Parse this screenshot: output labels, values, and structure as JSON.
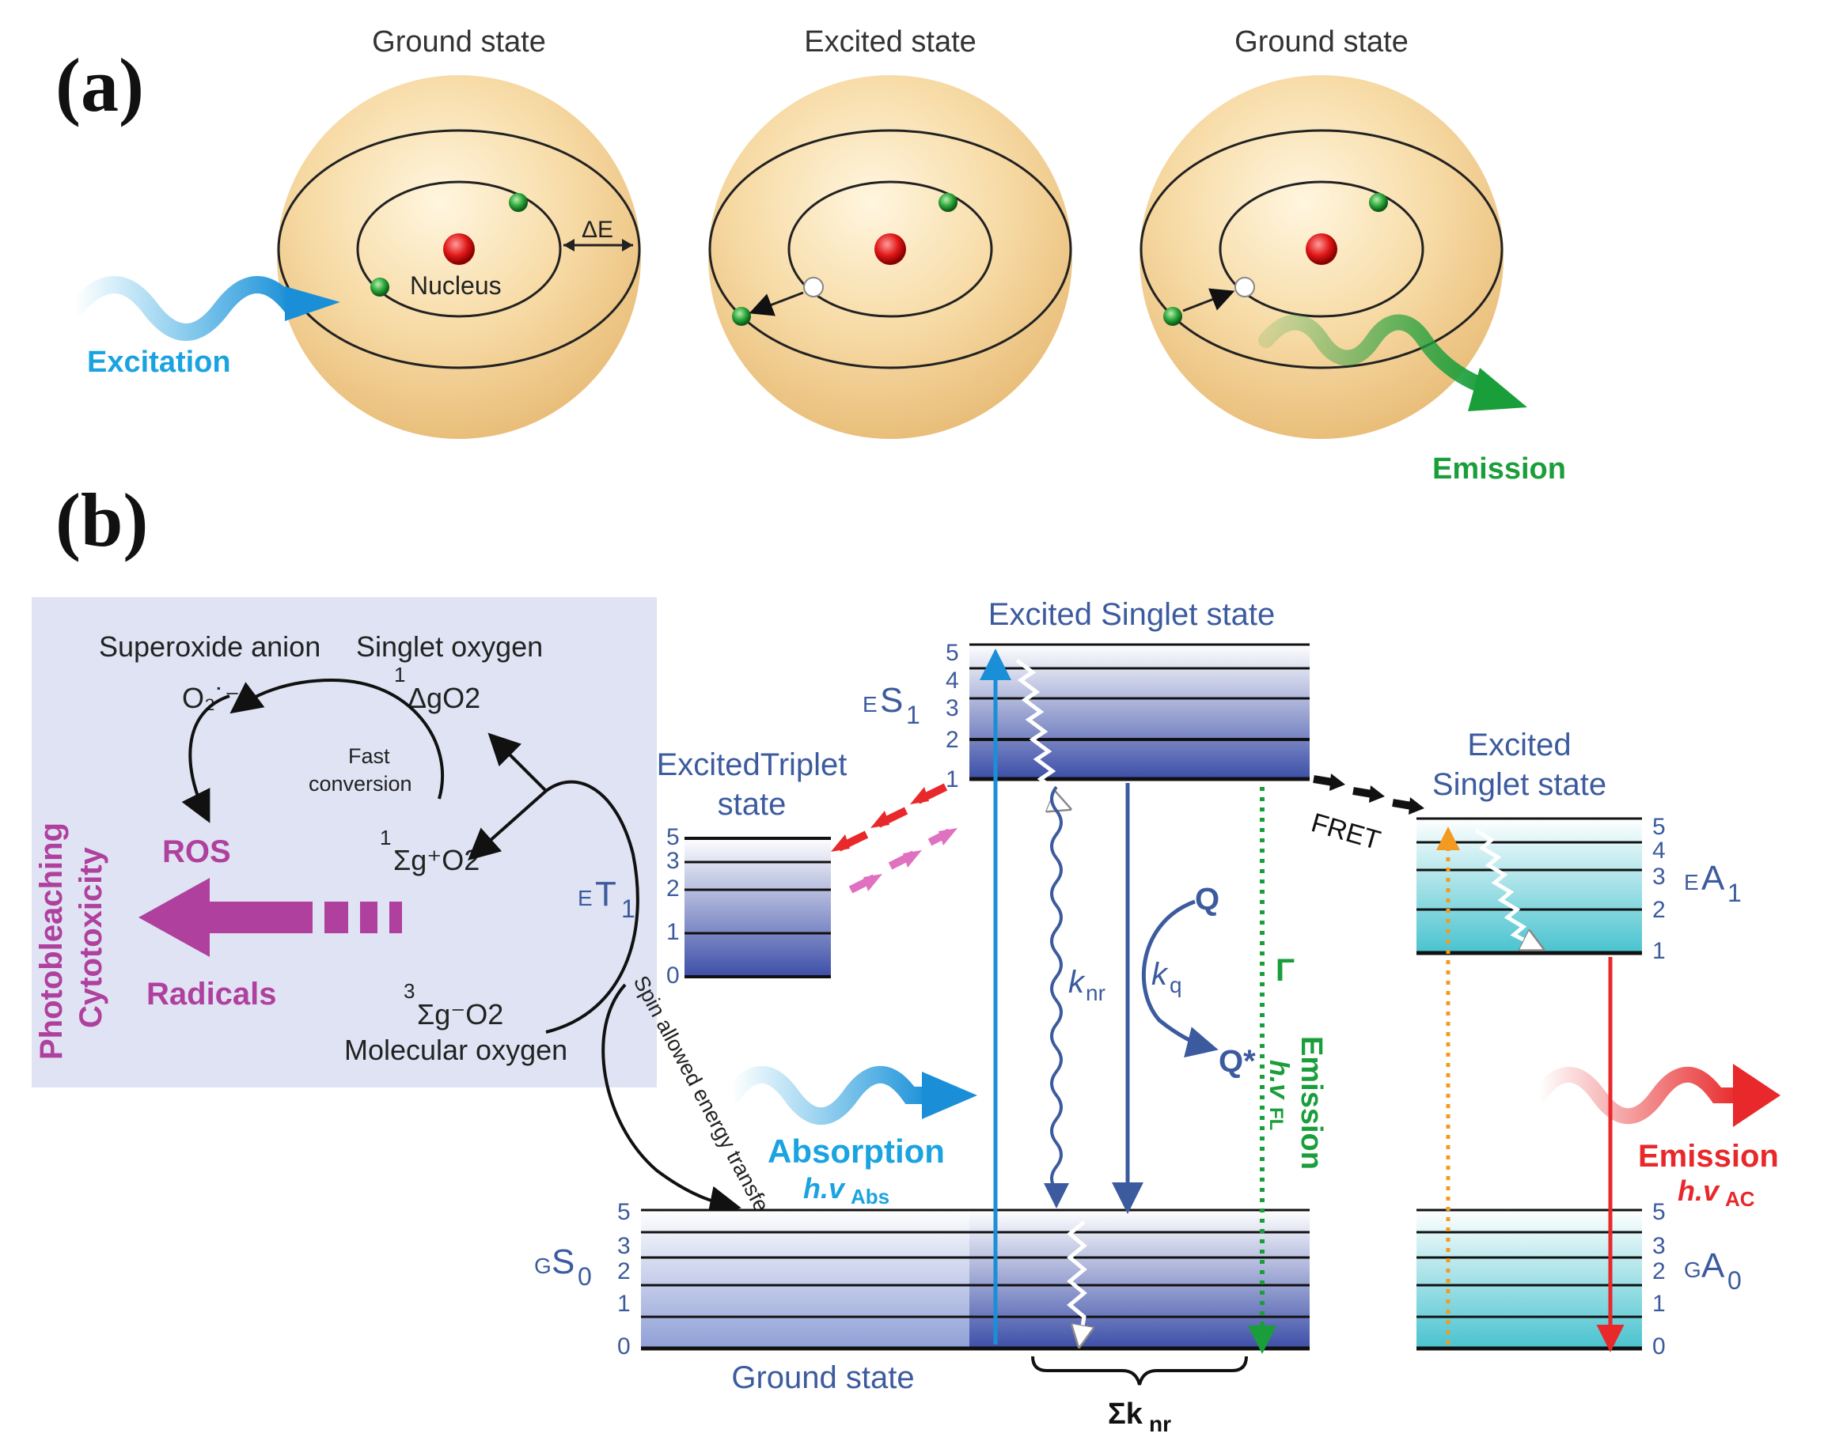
{
  "panel_a": {
    "label": "(a)",
    "atoms": [
      {
        "title": "Ground state"
      },
      {
        "title": "Excited state"
      },
      {
        "title": "Ground state"
      }
    ],
    "nucleus_label": "Nucleus",
    "delta_label": "ΔE",
    "excitation_label": "Excitation",
    "emission_label": "Emission"
  },
  "panel_b": {
    "label": "(b)",
    "ros_box": {
      "side_label_1": "Photobleaching",
      "side_label_2": "Cytotoxicity",
      "superoxide": "Superoxide anion",
      "singlet_oxygen": "Singlet oxygen",
      "o2_minus": "O₂˙⁻",
      "delta_o2_sup": "1",
      "delta_o2": "ΔgO2",
      "fast_1": "Fast",
      "fast_2": "conversion",
      "sigma_plus_sup": "1",
      "sigma_plus": "Σg⁺O2",
      "ros": "ROS",
      "radicals": "Radicals",
      "sigma_minus_sup": "3",
      "sigma_minus": "Σg⁻O2",
      "molecular_oxygen": "Molecular oxygen",
      "spin_transfer": "Spin allowed energy transfer"
    },
    "triplet": {
      "title_1": "ExcitedTriplet",
      "title_2": "state",
      "state_pre": "E",
      "state": "T",
      "state_sub": "1",
      "levels": [
        "5",
        "3",
        "2",
        "1",
        "0"
      ]
    },
    "donor_excited": {
      "title": "Excited Singlet state",
      "state_pre": "E",
      "state": "S",
      "state_sub": "1",
      "levels": [
        "5",
        "4",
        "3",
        "2",
        "1"
      ]
    },
    "donor_ground": {
      "title": "Ground state",
      "state_pre": "G",
      "state": "S",
      "state_sub": "0",
      "levels": [
        "5",
        "3",
        "2",
        "1",
        "0"
      ]
    },
    "acceptor_excited": {
      "title_1": "Excited",
      "title_2": "Singlet state",
      "state_pre": "E",
      "state": "A",
      "state_sub": "1",
      "levels": [
        "5",
        "4",
        "3",
        "2",
        "1"
      ]
    },
    "acceptor_ground": {
      "state_pre": "G",
      "state": "A",
      "state_sub": "0",
      "levels": [
        "5",
        "3",
        "2",
        "1",
        "0"
      ]
    },
    "fret": "FRET",
    "knr": "k",
    "knr_sub": "nr",
    "kq": "k",
    "kq_sub": "q",
    "q": "Q",
    "q_star": "Q*",
    "gamma": "Γ",
    "absorption": "Absorption",
    "absorption_hv": "h.v",
    "absorption_hv_sub": "Abs",
    "emission_fl": "Emission",
    "emission_fl_hv": "h.v",
    "emission_fl_hv_sub": "FL",
    "emission_ac": "Emission",
    "emission_ac_hv": "h.v",
    "emission_ac_hv_sub": "AC",
    "sum_knr": "Σk",
    "sum_knr_sub": "nr"
  },
  "colors": {
    "excitation_blue": "#1aa3e0",
    "emission_green": "#1a9e3a",
    "navy": "#3c5b9e",
    "ros_purple": "#b0409e",
    "acceptor_red": "#e8282a",
    "box_bg": "#dfe3f3"
  }
}
